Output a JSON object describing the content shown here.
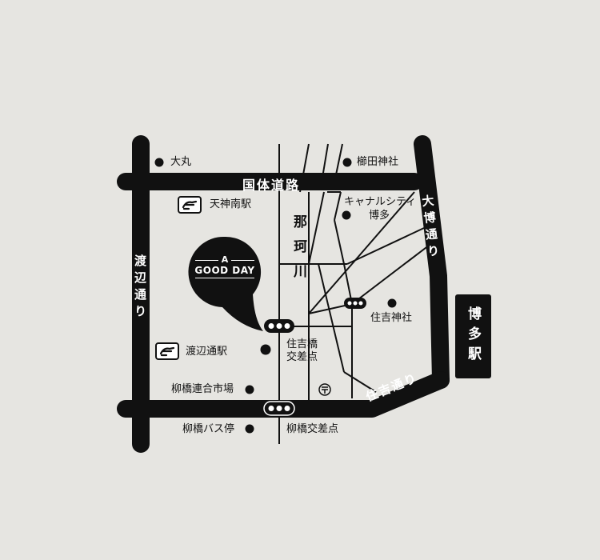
{
  "roads": {
    "kokutai": "国体道路",
    "watanabe": "渡辺通り",
    "daihaku": "大博通り",
    "sumiyoshi": "住吉通り"
  },
  "river": "那珂川",
  "shop": {
    "line1": "A",
    "line2": "GOOD DAY"
  },
  "stations": {
    "tenjin_minami": "天神南駅",
    "watanabe_dori": "渡辺通駅",
    "hakata": "博多駅"
  },
  "landmarks": {
    "daimaru": "大丸",
    "kushida": "櫛田神社",
    "canal_city_1": "キャナルシティ",
    "canal_city_2": "博多",
    "sumiyoshi_shrine": "住吉神社",
    "sumiyoshi_bashi_1": "住吉橋",
    "sumiyoshi_bashi_2": "交差点",
    "yanagibashi_market": "柳橋連合市場",
    "yanagibashi_bus": "柳橋バス停",
    "yanagibashi_crossing": "柳橋交差点"
  },
  "icons": {
    "station": "subway-station-icon",
    "traffic_light": "traffic-light-icon",
    "post_office": "post-office-icon",
    "shop_pin": "location-pin-icon"
  },
  "colors": {
    "background": "#e6e5e1",
    "road": "#111111",
    "road_text": "#ffffff"
  }
}
